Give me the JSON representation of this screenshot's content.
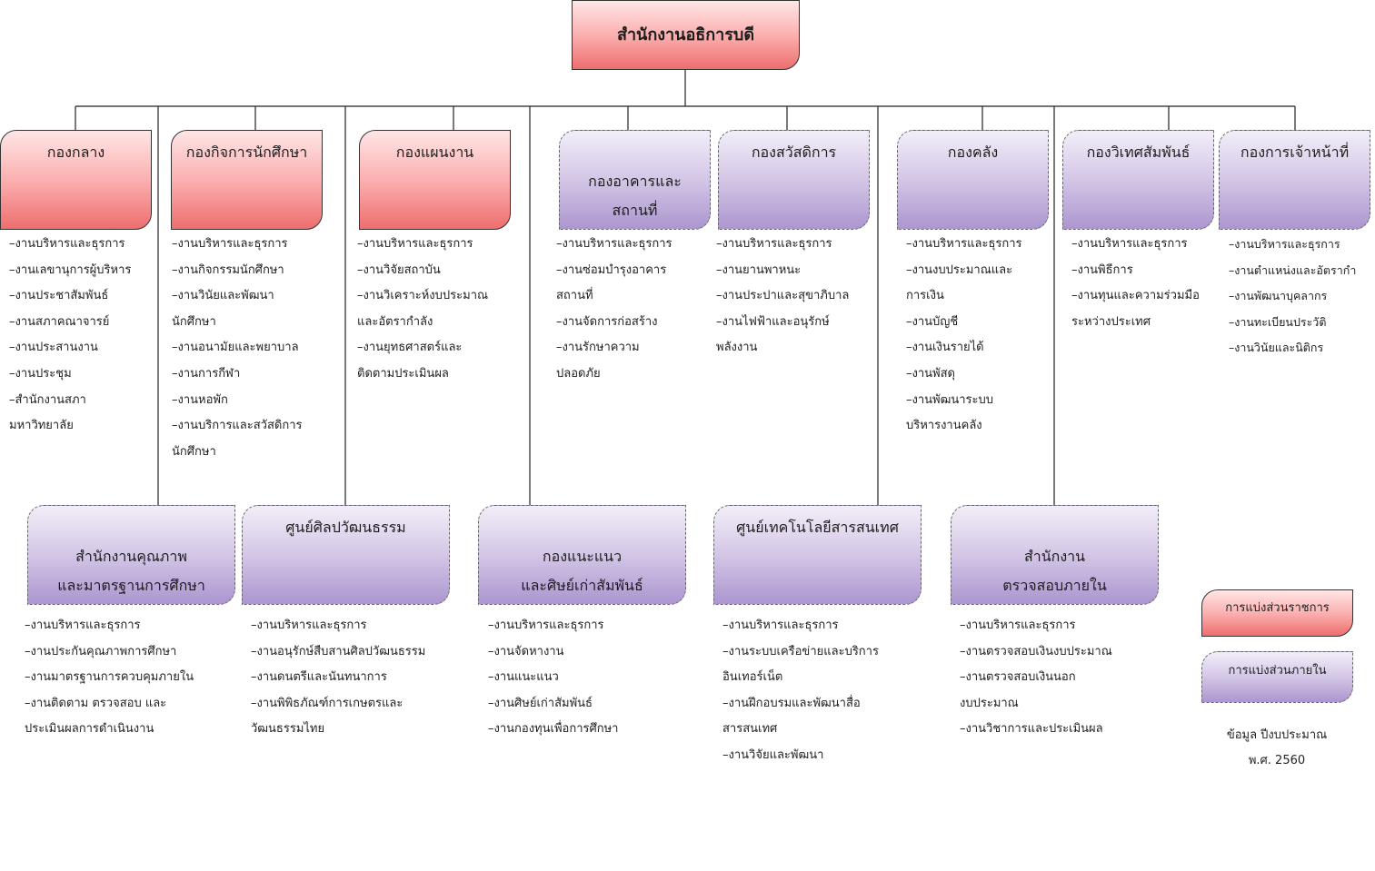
{
  "root": {
    "title": "สำนักงานอธิการบดี"
  },
  "divisions": [
    {
      "title": "กองกลาง",
      "kind": "ราชการ",
      "items": [
        "–งานบริหารและธุรการ",
        "–งานเลขานุการผู้บริหาร",
        "–งานประชาสัมพันธ์",
        "–งานสภาคณาจารย์",
        "–งานประสานงาน",
        "–งานประชุม",
        "–สำนักงานสภา",
        "มหาวิทยาลัย"
      ]
    },
    {
      "title": "กองกิจการนักศึกษา",
      "kind": "ราชการ",
      "items": [
        "–งานบริหารและธุรการ",
        "–งานกิจกรรมนักศึกษา",
        "–งานวินัยและพัฒนา",
        "นักศึกษา",
        "–งานอนามัยและพยาบาล",
        "–งานการกีฬา",
        "–งานหอพัก",
        "–งานบริการและสวัสดิการ",
        "นักศึกษา"
      ]
    },
    {
      "title": "กองแผนงาน",
      "kind": "ราชการ",
      "items": [
        "–งานบริหารและธุรการ",
        "–งานวิจัยสถาบัน",
        "–งานวิเคราะห์งบประมาณ",
        "และอัตรากำลัง",
        "–งานยุทธศาสตร์และ",
        "ติดตามประเมินผล"
      ]
    },
    {
      "title": "กองอาคารและ\nสถานที่",
      "kind": "ภายใน",
      "items": [
        "–งานบริหารและธุรการ",
        "–งานซ่อมบำรุงอาคาร",
        "สถานที่",
        "–งานจัดการก่อสร้าง",
        "–งานรักษาความ",
        "ปลอดภัย"
      ]
    },
    {
      "title": "กองสวัสดิการ",
      "kind": "ภายใน",
      "items": [
        "–งานบริหารและธุรการ",
        "–งานยานพาหนะ",
        "–งานประปาและสุขาภิบาล",
        "–งานไฟฟ้าและอนุรักษ์",
        "พลังงาน"
      ]
    },
    {
      "title": "กองคลัง",
      "kind": "ภายใน",
      "items": [
        "–งานบริหารและธุรการ",
        "–งานงบประมาณและ",
        "การเงิน",
        "–งานบัญชี",
        "–งานเงินรายได้",
        "–งานพัสดุ",
        "–งานพัฒนาระบบ",
        "บริหารงานคลัง"
      ]
    },
    {
      "title": "กองวิเทศสัมพันธ์",
      "kind": "ภายใน",
      "items": [
        "–งานบริหารและธุรการ",
        "–งานพิธีการ",
        "–งานทุนและความร่วมมือ",
        "ระหว่างประเทศ"
      ]
    },
    {
      "title": "กองการเจ้าหน้าที่",
      "kind": "ภายใน",
      "items": [
        "–งานบริหารและธุรการ",
        "–งานตำแหน่งและอัตรากำ",
        "–งานพัฒนาบุคลากร",
        "–งานทะเบียนประวัติ",
        "–งานวินัยและนิติกร"
      ]
    },
    {
      "title": "สำนักงานคุณภาพ\nและมาตรฐานการศึกษา",
      "kind": "ภายใน",
      "items": [
        "–งานบริหารและธุรการ",
        "–งานประกันคุณภาพการศึกษา",
        "–งานมาตรฐานการควบคุมภายใน",
        "–งานติดตาม ตรวจสอบ และ",
        "ประเมินผลการดำเนินงาน"
      ]
    },
    {
      "title": "ศูนย์ศิลปวัฒนธรรม",
      "kind": "ภายใน",
      "items": [
        "–งานบริหารและธุรการ",
        "–งานอนุรักษ์สืบสานศิลปวัฒนธรรม",
        "–งานดนตรีและนันทนาการ",
        "–งานพิพิธภัณฑ์การเกษตรและ",
        "วัฒนธรรมไทย"
      ]
    },
    {
      "title": "กองแนะแนว\nและศิษย์เก่าสัมพันธ์",
      "kind": "ภายใน",
      "items": [
        "–งานบริหารและธุรการ",
        "–งานจัดหางาน",
        "–งานแนะแนว",
        "–งานศิษย์เก่าสัมพันธ์",
        "–งานกองทุนเพื่อการศึกษา"
      ]
    },
    {
      "title": "ศูนย์เทคโนโลยีสารสนเทศ",
      "kind": "ภายใน",
      "items": [
        "–งานบริหารและธุรการ",
        "–งานระบบเครือข่ายและบริการ",
        "อินเทอร์เน็ต",
        "–งานฝึกอบรมและพัฒนาสื่อ",
        "สารสนเทศ",
        "–งานวิจัยและพัฒนา"
      ]
    },
    {
      "title": "สำนักงาน\nตรวจสอบภายใน",
      "kind": "ภายใน",
      "items": [
        "–งานบริหารและธุรการ",
        "–งานตรวจสอบเงินงบประมาณ",
        "–งานตรวจสอบเงินนอก",
        "งบประมาณ",
        "–งานวิชาการและประเมินผล"
      ]
    }
  ],
  "legend": {
    "official": "การแบ่งส่วนราชการ",
    "internal": "การแบ่งส่วนภายใน"
  },
  "note": {
    "line1": "ข้อมูล ปีงบประมาณ",
    "line2": "พ.ศ. 2560"
  },
  "colors": {
    "official": "#f59a9a",
    "internal": "#c2b2dc",
    "line": "#222222"
  }
}
